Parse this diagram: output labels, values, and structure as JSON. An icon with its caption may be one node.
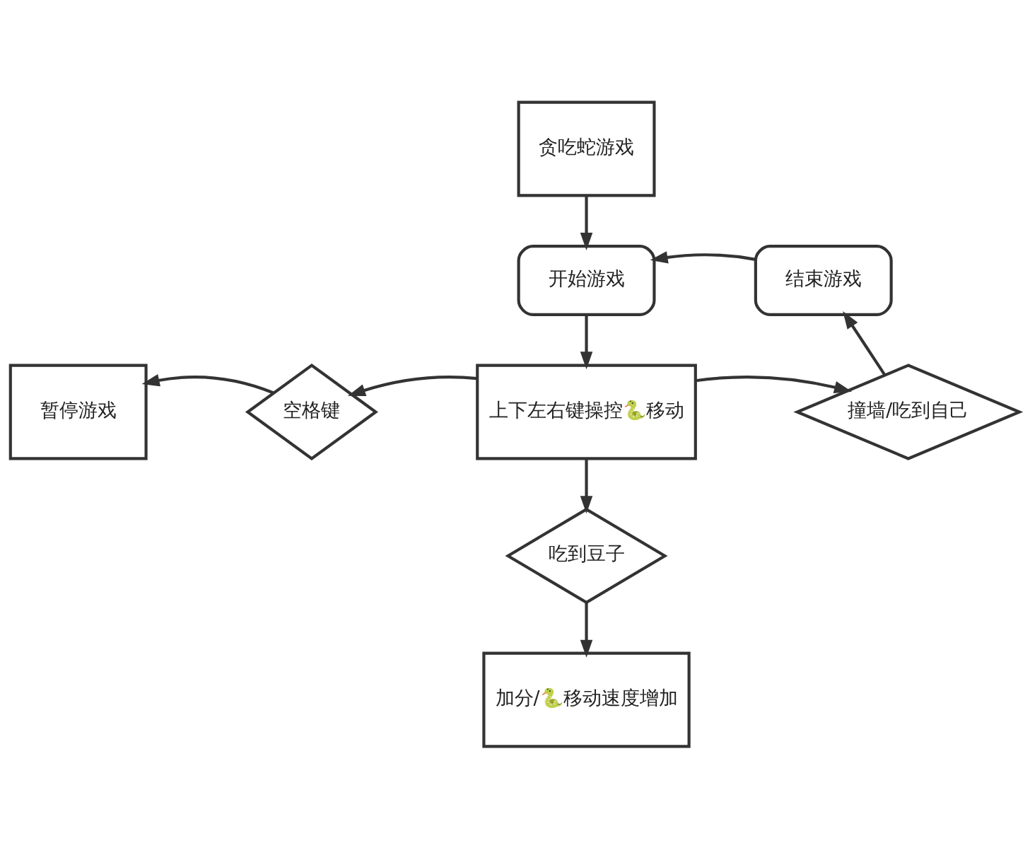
{
  "diagram": {
    "nodes": [
      {
        "text": [
          "贪吃蛇游戏"
        ]
      },
      {
        "text": [
          "开始游戏"
        ]
      },
      {
        "text": [
          "结束游戏"
        ]
      },
      {
        "text": [
          "暂停游戏"
        ]
      },
      {
        "text": [
          "空格键"
        ]
      },
      {
        "text": [
          "上下左右键操控🐍移动"
        ]
      },
      {
        "text": [
          "撞墙/吃到自己"
        ]
      },
      {
        "text": [
          "吃到豆子"
        ]
      },
      {
        "text": [
          "加分/🐍移动速度增加"
        ]
      }
    ],
    "edges": [
      {
        "from": 0,
        "to": 1,
        "arrow": "to"
      },
      {
        "from": 2,
        "to": 1,
        "arrow": "to"
      },
      {
        "from": 1,
        "to": 5,
        "arrow": "to"
      },
      {
        "from": 5,
        "to": 4,
        "arrow": "to"
      },
      {
        "from": 4,
        "to": 3,
        "arrow": "to"
      },
      {
        "from": 5,
        "to": 6,
        "arrow": "to"
      },
      {
        "from": 6,
        "to": 2,
        "arrow": "to"
      },
      {
        "from": 5,
        "to": 7,
        "arrow": "to"
      },
      {
        "from": 7,
        "to": 8,
        "arrow": "to"
      }
    ]
  }
}
